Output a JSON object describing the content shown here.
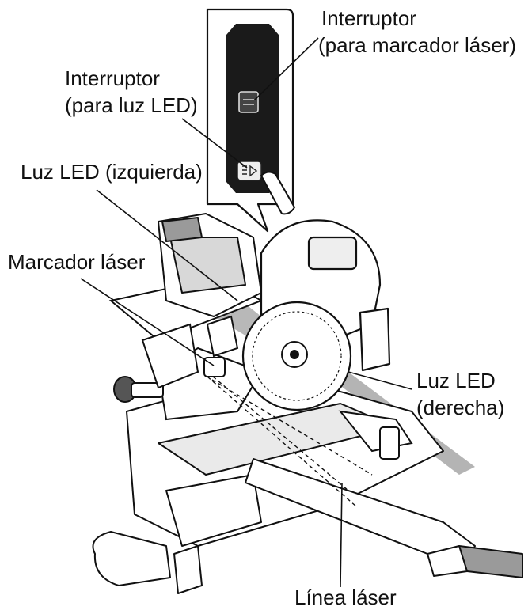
{
  "labels": {
    "switch_laser_line1": "Interruptor",
    "switch_laser_line2": "(para marcador láser)",
    "switch_led_line1": "Interruptor",
    "switch_led_line2": "(para luz LED)",
    "led_left": "Luz LED (izquierda)",
    "laser_marker": "Marcador láser",
    "led_right_line1": "Luz LED",
    "led_right_line2": "(derecha)",
    "laser_line": "Línea láser"
  },
  "colors": {
    "ink": "#111111",
    "panel": "#1a1a1a",
    "shade": "#9a9a9a",
    "light": "#d8d8d8"
  },
  "icons": {
    "laser_switch": "laser-switch-icon",
    "led_switch": "led-switch-icon"
  }
}
